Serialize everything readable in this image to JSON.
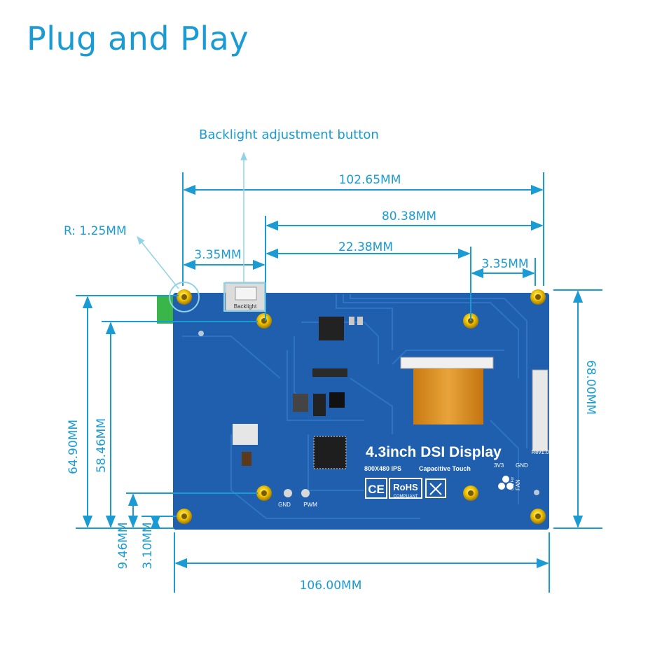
{
  "title": "Plug and Play",
  "callouts": {
    "backlight_button": "Backlight adjustment button",
    "corner_radius": "R: 1.25MM"
  },
  "dimensions": {
    "top_width": "102.65MM",
    "hole_span": "80.38MM",
    "inner_span": "22.38MM",
    "left_offset": "3.35MM",
    "right_offset": "3.35MM",
    "bottom_width": "106.00MM",
    "right_height": "68.00MM",
    "left_height_outer": "64.90MM",
    "left_height_inner": "58.46MM",
    "bottom_offset_1": "9.46MM",
    "bottom_offset_2": "3.10MM"
  },
  "board": {
    "product_name": "4.3inch DSI Display",
    "resolution": "800X480 IPS",
    "touch": "Capacitive Touch",
    "backlight_label": "Backlight",
    "gnd_label": "GND",
    "pwm_label": "PWM",
    "pin_3v3": "3V3",
    "pin_gnd": "GND",
    "fan_label": "FAN",
    "fan_note": "Only For",
    "rev_label": "Rev1.0",
    "ce_mark": "CE",
    "rohs_mark": "RoHS",
    "rohs_sub": "COMPLIANT"
  },
  "colors": {
    "accent": "#1a9bd3",
    "pcb": "#1f5fae",
    "trace": "#2a6fc0",
    "standoff": "#e5b800",
    "ribbon": "#d68a1c"
  }
}
